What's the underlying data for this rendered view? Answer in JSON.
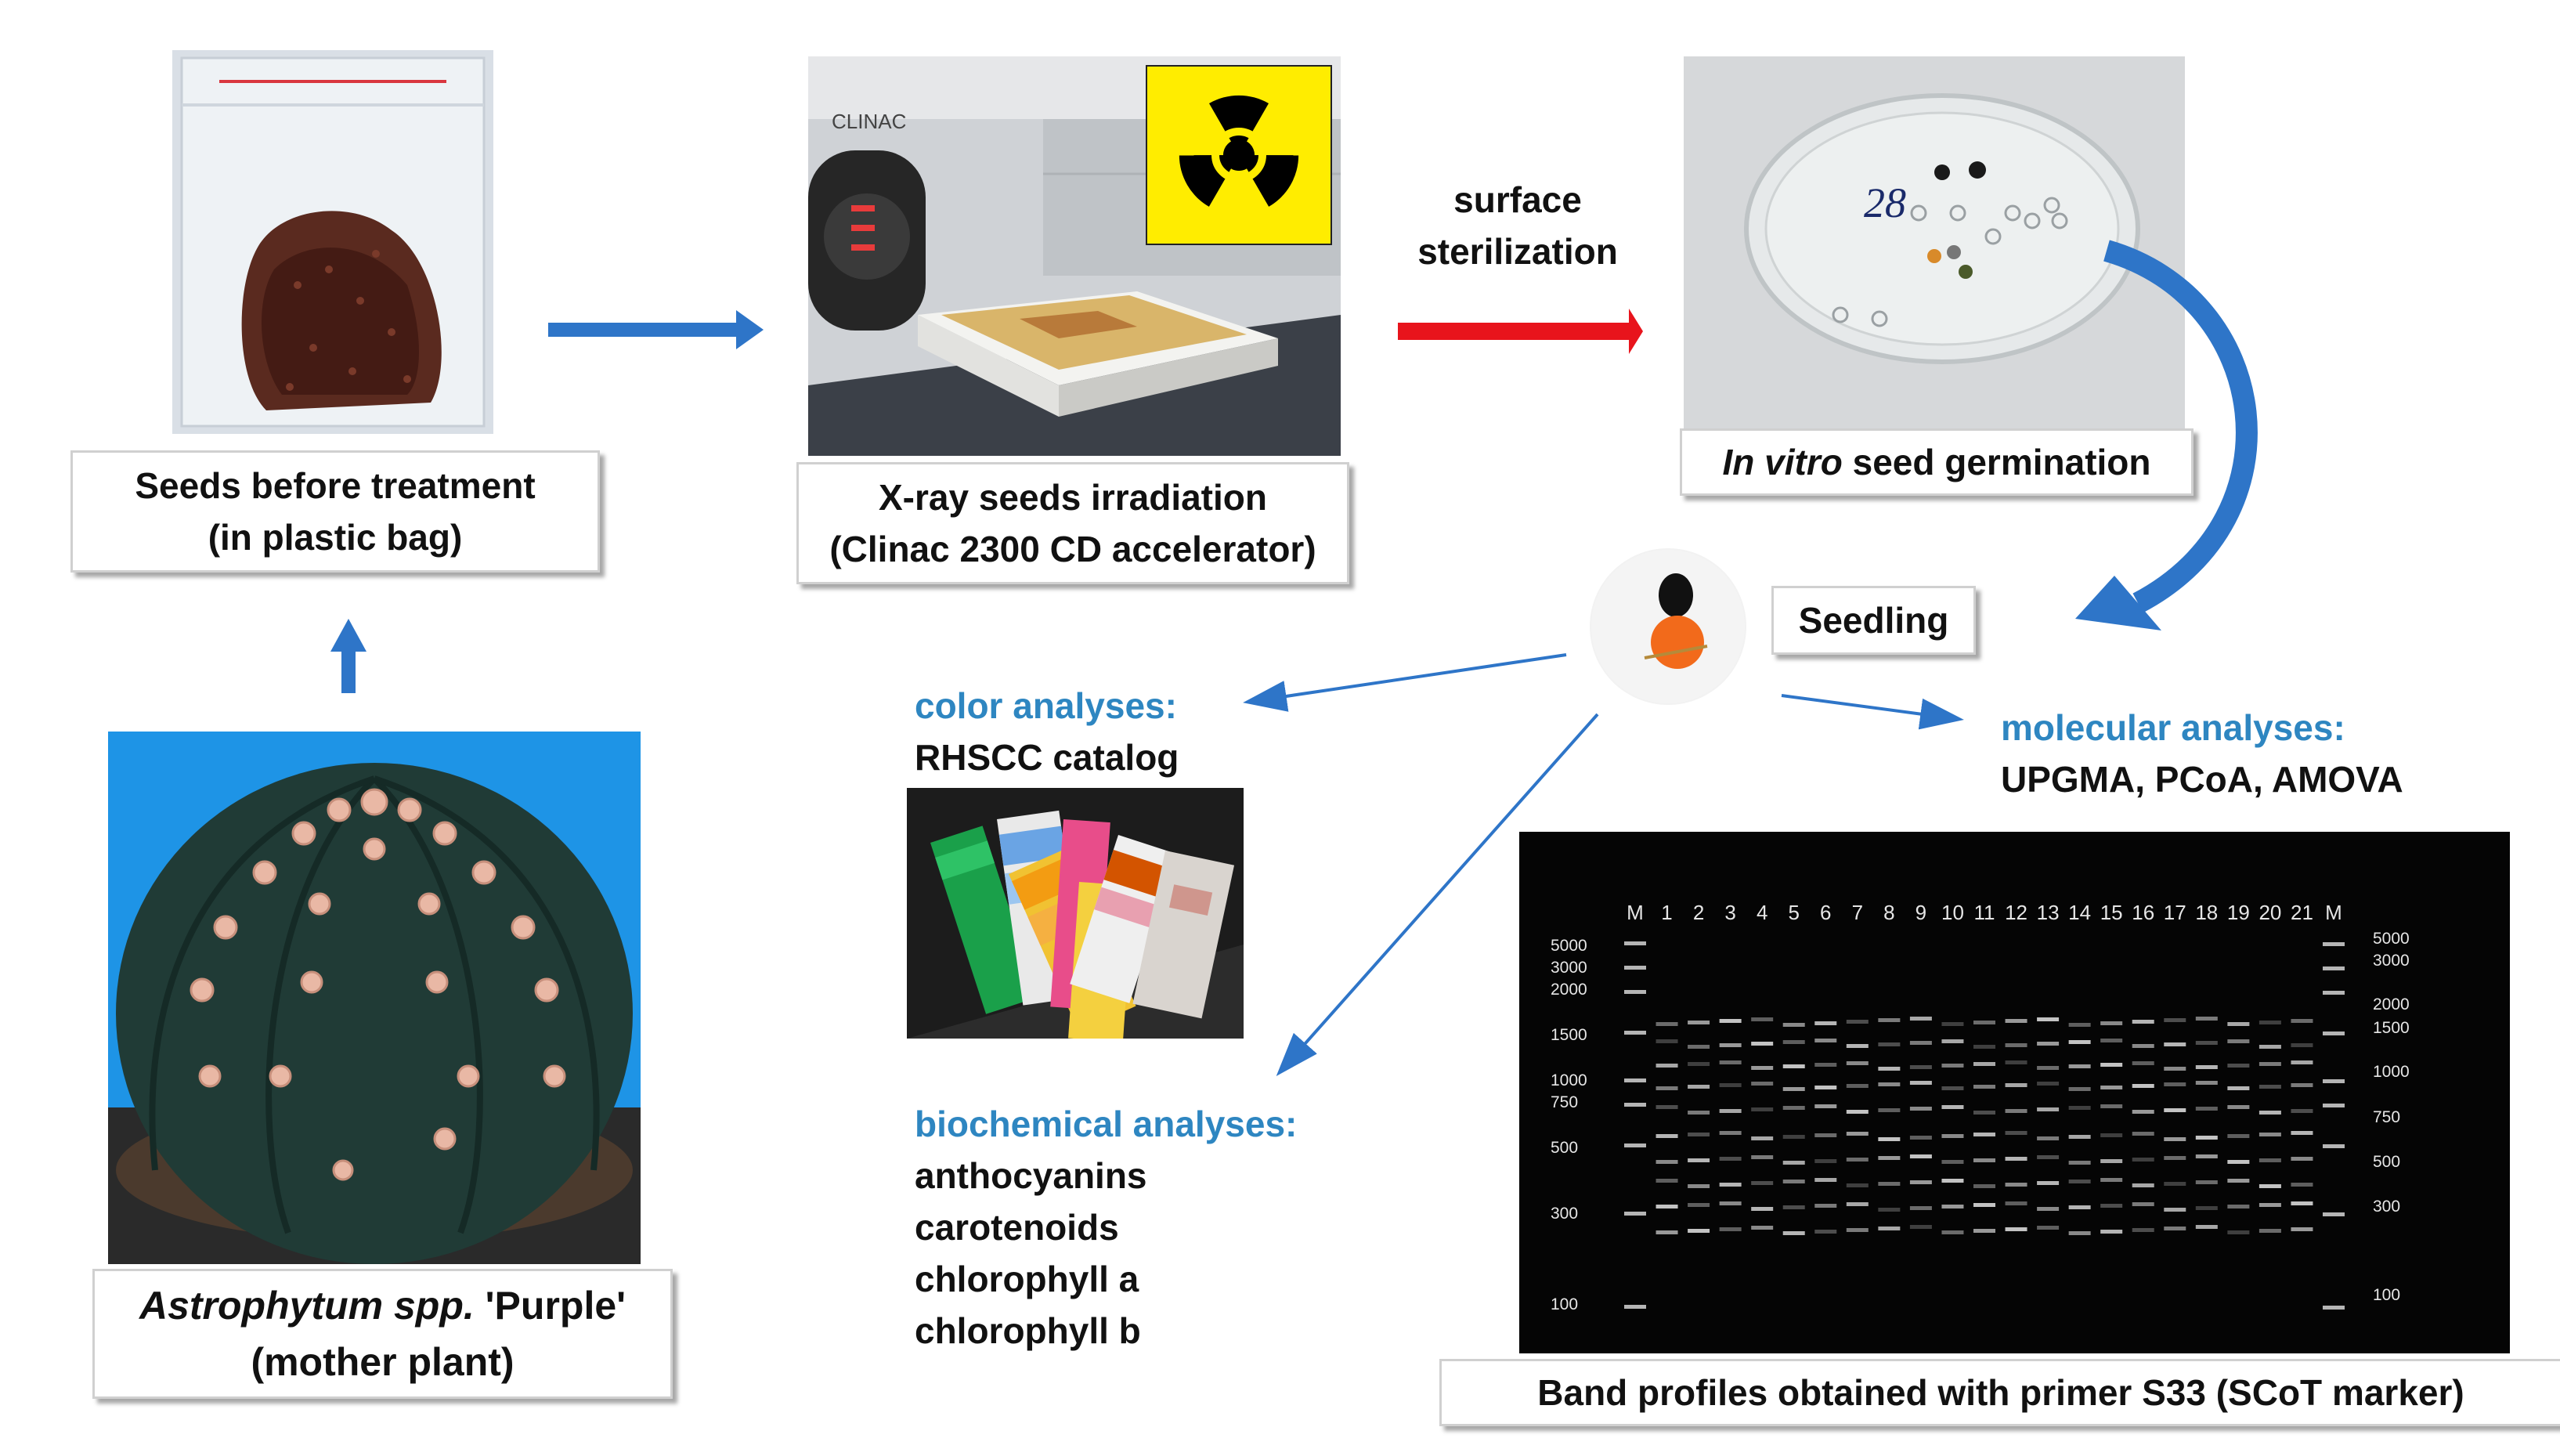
{
  "steps": {
    "seeds": {
      "line1": "Seeds before treatment",
      "line2": "(in plastic bag)"
    },
    "xray": {
      "line1": "X-ray seeds irradiation",
      "line2": "(Clinac 2300 CD accelerator)",
      "machine_text": "CLINAC"
    },
    "germination": {
      "italic": "In vitro",
      "rest": " seed germination",
      "dish_mark": "28"
    },
    "mother": {
      "italic": "Astrophytum spp.",
      "rest": " 'Purple'",
      "line2": "(mother plant)"
    },
    "seedling": {
      "label": "Seedling"
    }
  },
  "arrow_label": {
    "line1": "surface",
    "line2": "sterilization"
  },
  "analyses": {
    "color": {
      "title": "color analyses:",
      "subtitle": "RHSCC catalog"
    },
    "biochemical": {
      "title": "biochemical analyses:",
      "items": [
        "anthocyanins",
        "carotenoids",
        "chlorophyll a",
        "chlorophyll b"
      ]
    },
    "molecular": {
      "title": "molecular analyses:",
      "subtitle": "UPGMA, PCoA, AMOVA"
    }
  },
  "gel": {
    "caption": "Band profiles obtained with primer S33 (SCoT marker)",
    "lanes": [
      "M",
      "1",
      "2",
      "3",
      "4",
      "5",
      "6",
      "7",
      "8",
      "9",
      "10",
      "11",
      "12",
      "13",
      "14",
      "15",
      "16",
      "17",
      "18",
      "19",
      "20",
      "21",
      "M"
    ],
    "left_ladder": [
      "5000",
      "3000",
      "2000",
      "1500",
      "1000",
      "750",
      "500",
      "300",
      "100"
    ],
    "right_ladder": [
      "5000",
      "3000",
      "2000",
      "1500",
      "1000",
      "750",
      "500",
      "300",
      "100"
    ]
  },
  "colors": {
    "blue_arrow": "#2e75c8",
    "red_arrow": "#e8141c",
    "title_blue": "#2e86c1",
    "hazard_yellow": "#ffed00"
  }
}
